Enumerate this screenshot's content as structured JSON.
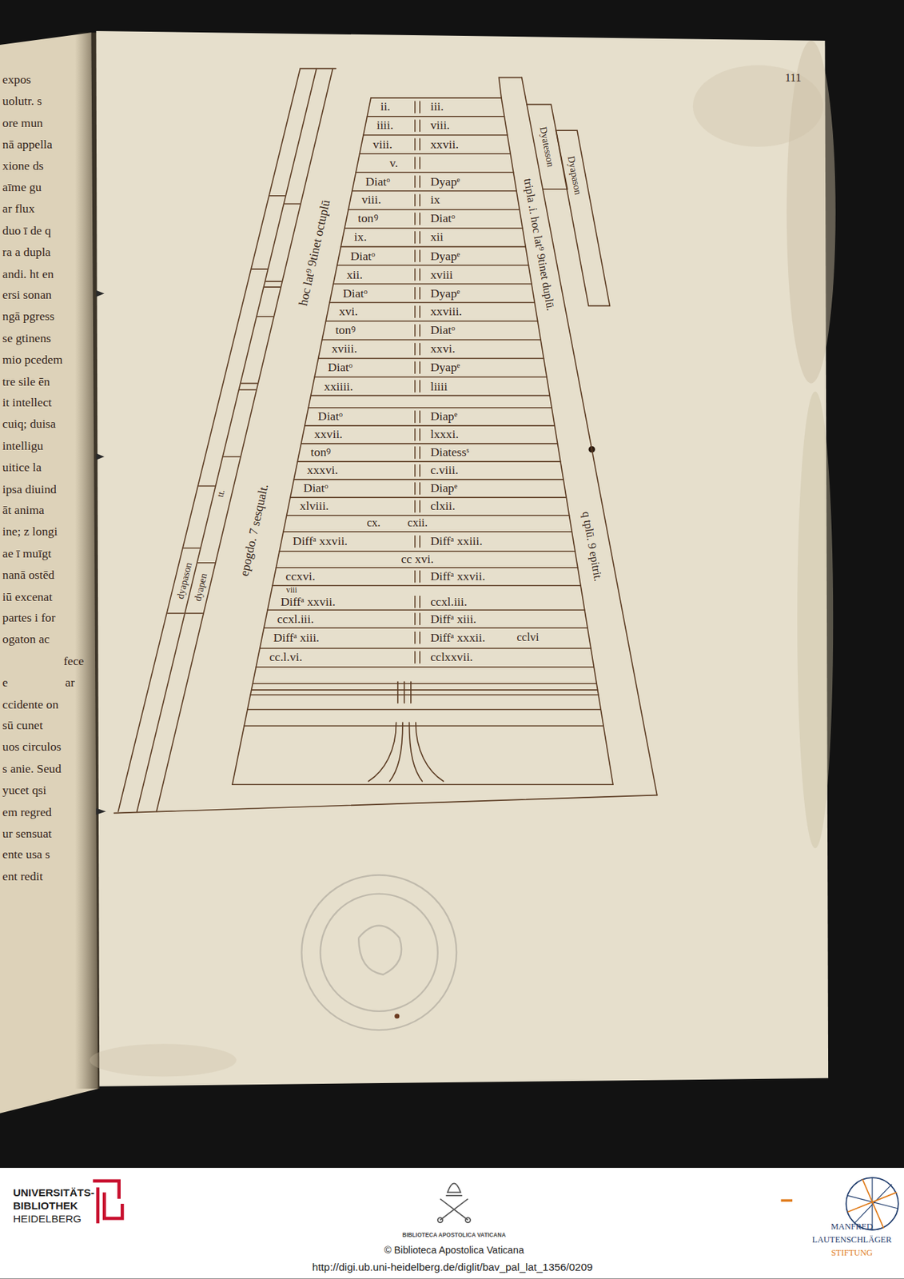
{
  "diagram": {
    "labels": [
      "111",
      "ii.",
      "iii.",
      "iiii.",
      "viii.",
      "viii.",
      "xxvii.",
      "v.",
      "Diatᵒ",
      "Dyapᵉ",
      "viii.",
      "ix",
      "tonꝰ",
      "Diatᵒ",
      "ix.",
      "xii",
      "Diatᵒ",
      "Dyapᵉ",
      "xii.",
      "xviii",
      "Diatᵒ",
      "Dyapᵉ",
      "xvi.",
      "xxviii.",
      "tonꝰ",
      "Diatᵒ",
      "xviii.",
      "xxvi.",
      "Diatᵒ",
      "Dyapᵉ",
      "xxiiii.",
      "liiii",
      "Diatᵒ",
      "Diapᵉ",
      "xxvii.",
      "lxxxi.",
      "tonꝰ",
      "Diatessˢ",
      "xxxvi.",
      "c.viii.",
      "Diatᵒ",
      "Diapᵉ",
      "xlviii.",
      "clxii.",
      "cx.",
      "cxii.",
      "Diffᵃ xxvii.",
      "Diffᵃ xxiii.",
      "cc xvi.",
      "ccxvi.",
      "Diffᵃ xxvii.",
      "viii",
      "Diffᵃ xxvii.",
      "ccxl.iii.",
      "ccxl.iii.",
      "Diffᵃ xiii.",
      "Diffᵃ xiii.",
      "Diffᵃ xxxii.",
      "cclvi",
      "cc.l.vi.",
      "cclxxvii.",
      "tripla .i. hoc lat⁹ 9tinet duplū.",
      "q tplū. 9 epitrit.",
      "Dyatesson",
      "Dyapason",
      "hoc lat⁹ 9tinet octuplū",
      "epogdo. 7 sesqualt.",
      "dyapason",
      "dyapen",
      "tt.",
      "expos",
      "uolutr. s",
      "ore mun",
      "nā appella",
      "xione ds",
      "aīme gu",
      "ar flux",
      "duo ī de q",
      "ra a dupla",
      "andi. ht en",
      "ersi sonan",
      "ngā pgress",
      "se gtinens",
      "mio pcedem",
      "tre sile ēn",
      "it intellect",
      "cuiq; duisa",
      "intelligu",
      "uitice la",
      "ipsa diuind",
      "āt anima",
      "ine; z longi",
      "ae ī muīgt",
      "nanā ostēd",
      "iū excenat",
      "partes i for",
      "ogaton ac",
      "fece",
      "e",
      "ar",
      "ccidente on",
      "sū cunet",
      "uos circulos",
      "s anie. Seud",
      "yucet qsi",
      "em regred",
      "ur sensuat",
      "ente usa s",
      "ent redit",
      "UNIVERSITÄTS-",
      "BIBLIOTHEK",
      "HEIDELBERG",
      "BIBLIOTECA APOSTOLICA VATICANA",
      "© Biblioteca Apostolica Vaticana",
      "http://digi.ub.uni-heidelberg.de/diglit/bav_pal_lat_1356/0209",
      "MANFRED",
      "LAUTENSCHLÄGER",
      "STIFTUNG"
    ]
  }
}
